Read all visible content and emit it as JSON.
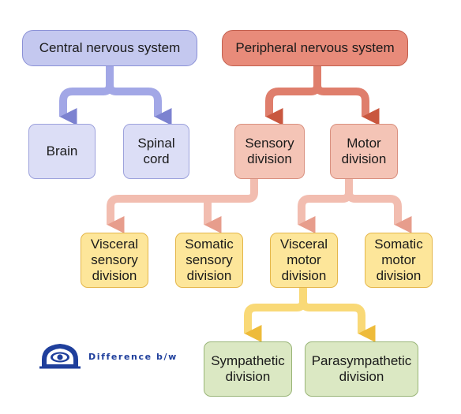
{
  "nodes": {
    "cns": "Central nervous system",
    "pns": "Peripheral nervous system",
    "brain": "Brain",
    "spinal_cord": [
      "Spinal",
      "cord"
    ],
    "sensory": [
      "Sensory",
      "division"
    ],
    "motor": [
      "Motor",
      "division"
    ],
    "visceral_sensory": [
      "Visceral",
      "sensory",
      "division"
    ],
    "somatic_sensory": [
      "Somatic",
      "sensory",
      "division"
    ],
    "visceral_motor": [
      "Visceral",
      "motor",
      "division"
    ],
    "somatic_motor": [
      "Somatic",
      "motor",
      "division"
    ],
    "sympathetic": [
      "Sympathetic",
      "division"
    ],
    "parasympathetic": [
      "Parasympathetic",
      "division"
    ]
  },
  "logo": {
    "text": "Difference b/w",
    "icon": "eye-in-hands-icon",
    "color": "#1f3f9c"
  },
  "colors": {
    "cns": "#c4c8ef",
    "cns_children": "#dcdef6",
    "cns_arrows": "#8f95dd",
    "pns": "#e88b7a",
    "pns_arrows": "#d66d5b",
    "divisions": "#f4c4b6",
    "divisions_arrows": "#f0b1a3",
    "subdivisions": "#fde69a",
    "subdivisions_arrows": "#f6d05e",
    "leaves": "#dbe8c3"
  }
}
